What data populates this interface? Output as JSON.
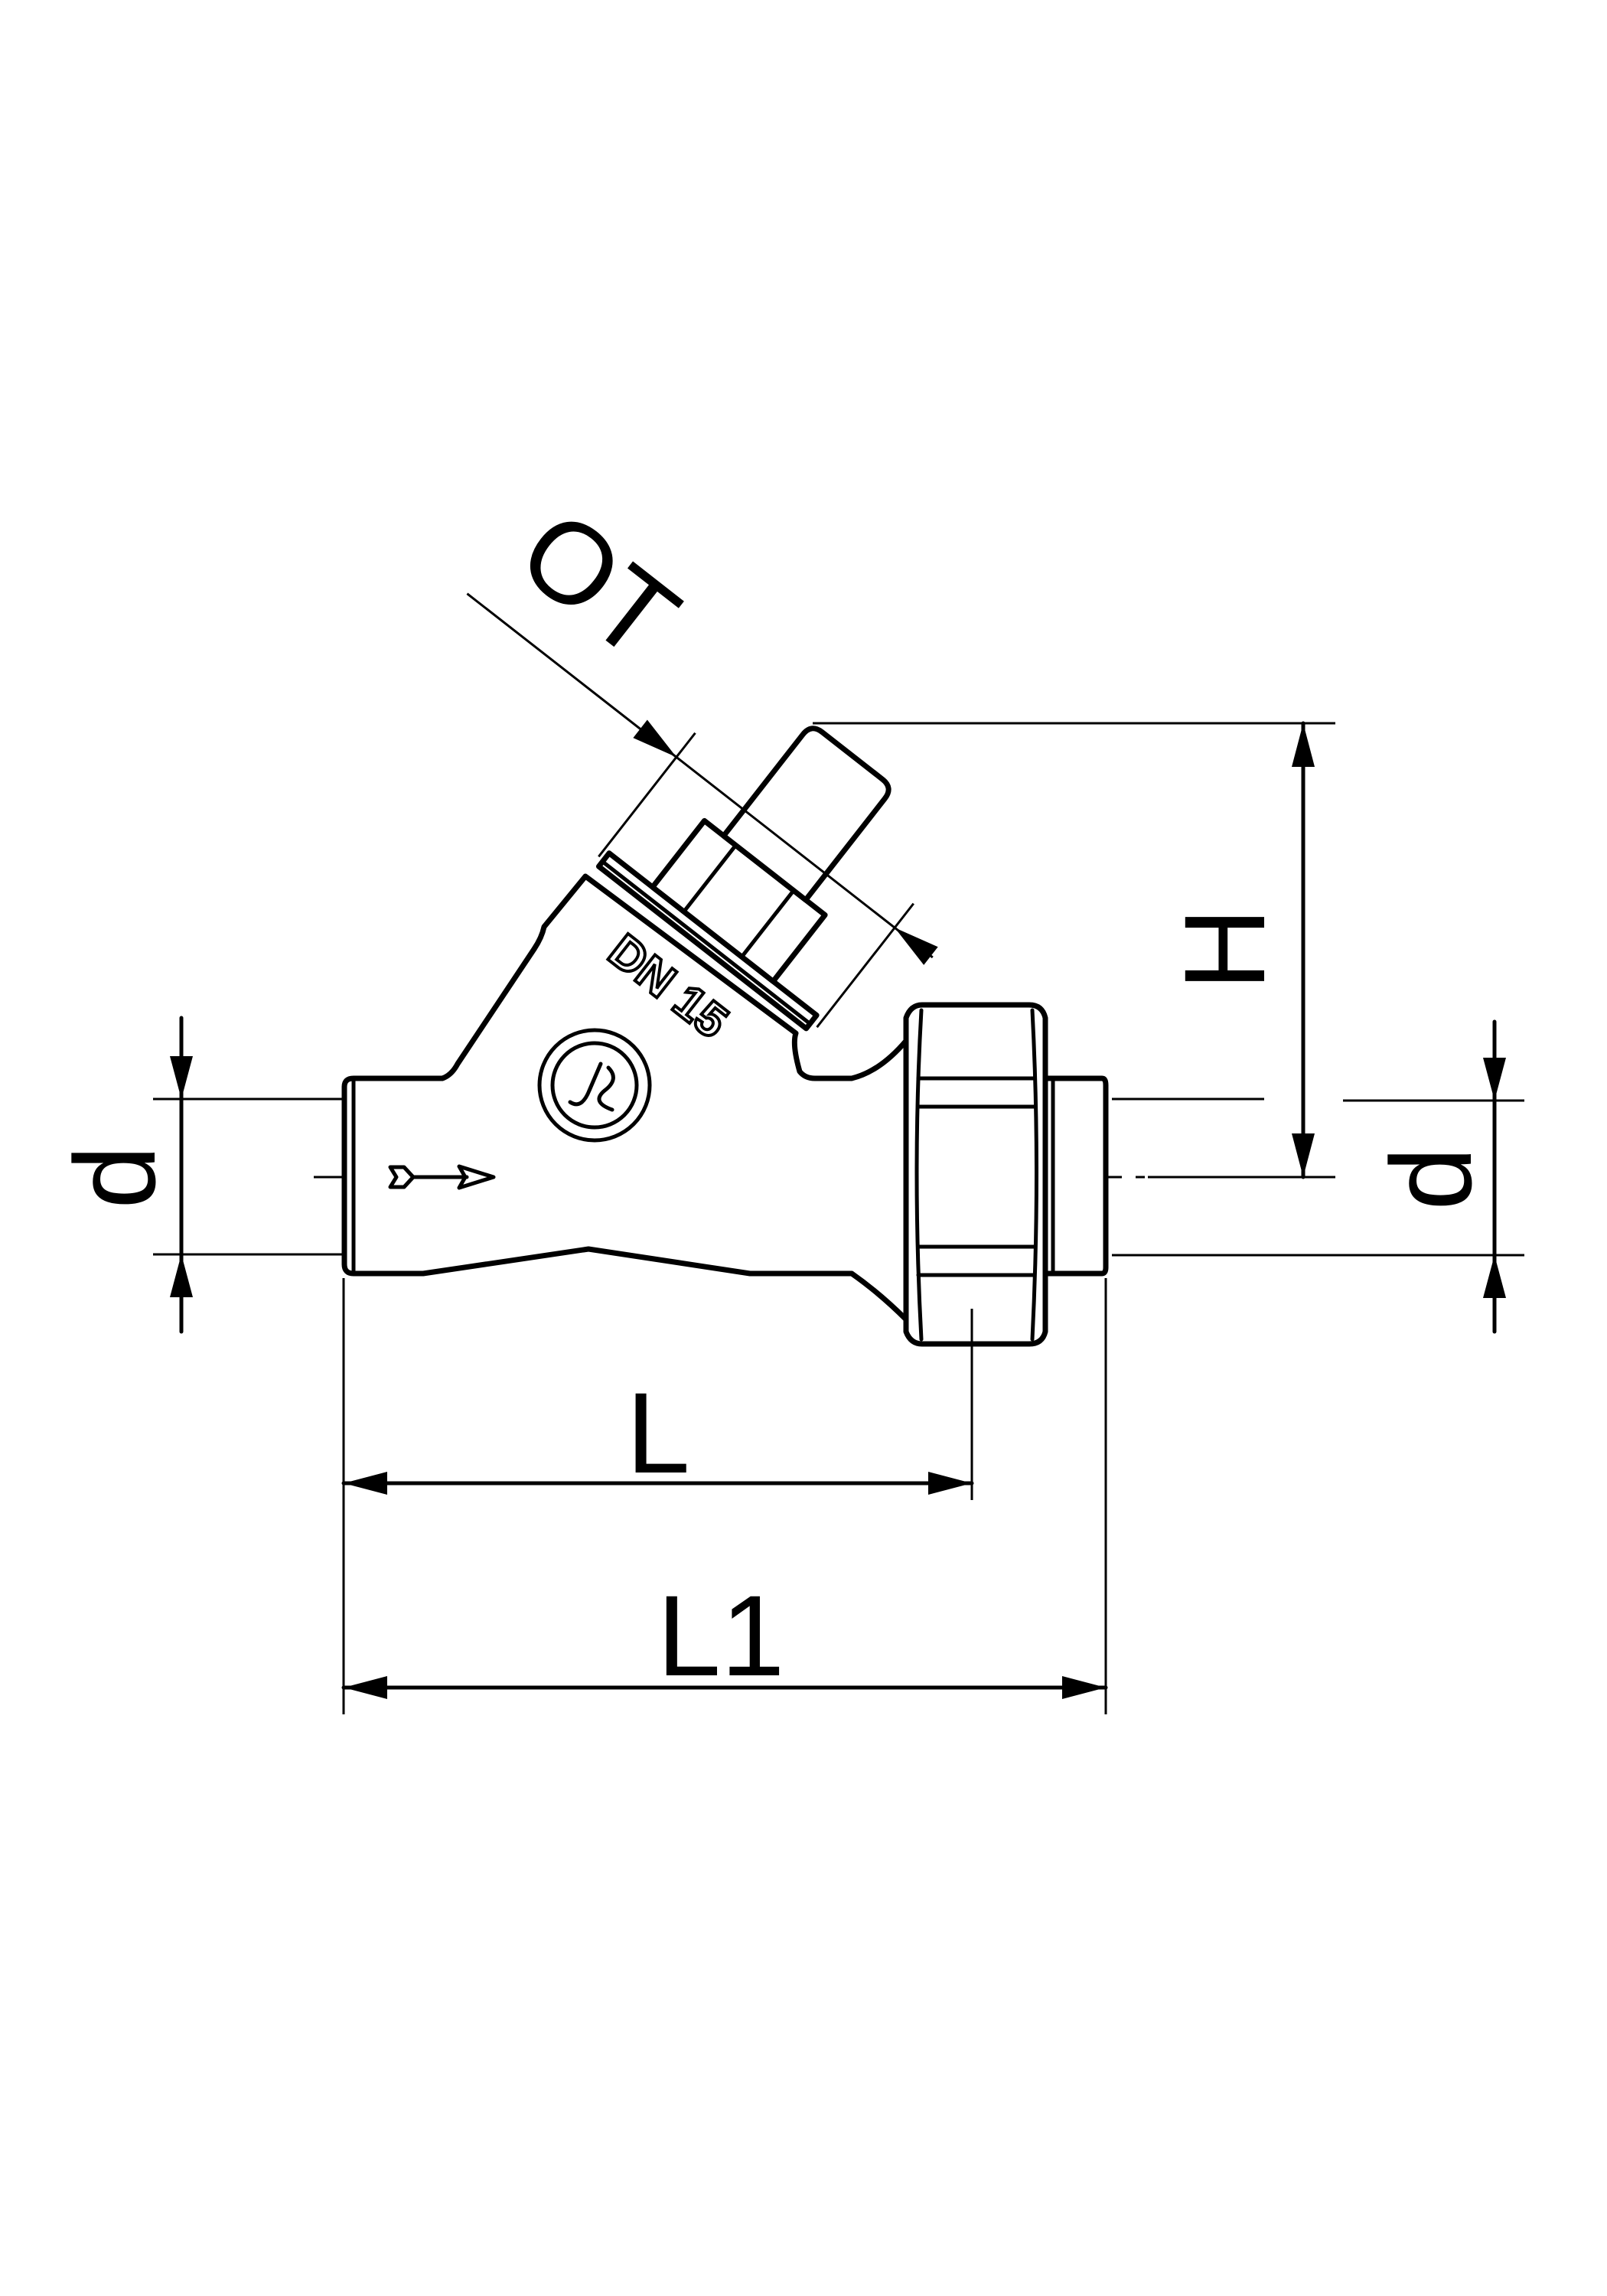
{
  "drawing": {
    "dimensions": {
      "d_left": "d",
      "d_right": "d",
      "L": "L",
      "L1": "L1",
      "H": "H",
      "OT": "OT"
    },
    "body_marking": "DN 15",
    "logo_text": "JS",
    "colors": {
      "line": "#000000",
      "background": "#ffffff"
    }
  }
}
